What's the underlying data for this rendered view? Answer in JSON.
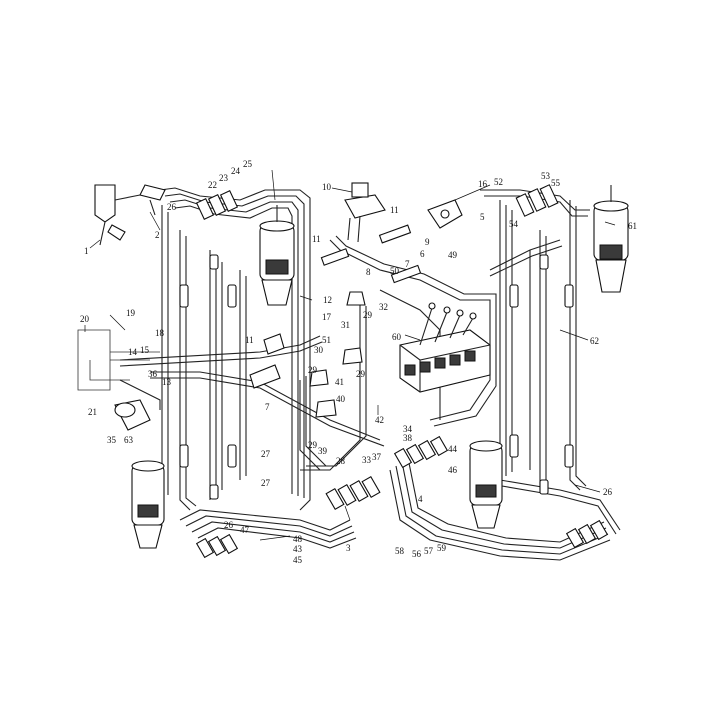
{
  "diagram": {
    "kind": "hydraulic-piping-exploded-view",
    "callouts": {
      "c1": "1",
      "c2": "2",
      "c3": "3",
      "c4": "4",
      "c5": "5",
      "c6": "6",
      "c7": "7",
      "c7b": "7",
      "c8": "8",
      "c9": "9",
      "c10": "10",
      "c11": "11",
      "c11b": "11",
      "c11c": "11",
      "c12": "12",
      "c13": "13",
      "c14": "14",
      "c15": "15",
      "c16": "16",
      "c17": "17",
      "c18": "18",
      "c19": "19",
      "c20": "20",
      "c21": "21",
      "c22": "22",
      "c23": "23",
      "c24": "24",
      "c25": "25",
      "c26": "26",
      "c26b": "26",
      "c26c": "26",
      "c27": "27",
      "c27b": "27",
      "c28": "28",
      "c29": "29",
      "c29b": "29",
      "c29c": "29",
      "c29d": "29",
      "c30": "30",
      "c31": "31",
      "c32": "32",
      "c33": "33",
      "c34": "34",
      "c35": "35",
      "c36": "36",
      "c37": "37",
      "c38": "38",
      "c39": "39",
      "c40": "40",
      "c41": "41",
      "c42": "42",
      "c43": "43",
      "c44": "44",
      "c45": "45",
      "c46": "46",
      "c47": "47",
      "c48": "48",
      "c49": "49",
      "c50": "50",
      "c51": "51",
      "c52": "52",
      "c53": "53",
      "c54": "54",
      "c55": "55",
      "c56": "56",
      "c57": "57",
      "c58": "58",
      "c59": "59",
      "c60": "60",
      "c61": "61",
      "c62": "62",
      "c63": "63"
    }
  }
}
